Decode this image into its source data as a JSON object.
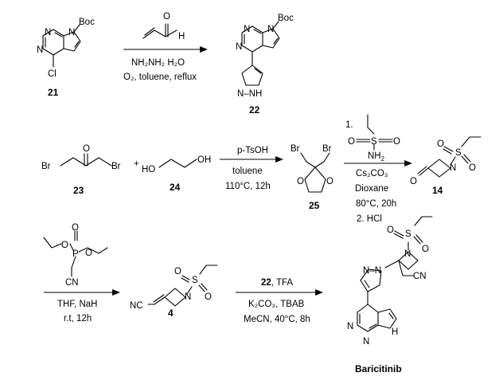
{
  "compounds": {
    "c21": "21",
    "c22": "22",
    "c23": "23",
    "c24": "24",
    "c25": "25",
    "c14": "14",
    "c4": "4",
    "final": "Baricitinib"
  },
  "atoms": {
    "boc": "Boc",
    "n": "N",
    "nh": "N–NH",
    "h": "H",
    "o": "O",
    "s": "S",
    "cl": "Cl",
    "br": "Br",
    "ho": "HO",
    "oh": "OH",
    "p": "P",
    "cn": "CN",
    "nc": "NC",
    "nh2": "NH",
    "nh_small": "N",
    "pyr_n_nh": "N–NH"
  },
  "step1": {
    "line1": "NH₂NH₂ H₂O",
    "line2": "O₂, toluene, reflux"
  },
  "step2": {
    "plus1": "+",
    "plus2": "+",
    "above": "p-TsOH",
    "below1": "toluene",
    "below2": "110°C, 12h"
  },
  "step3": {
    "n1": "1.",
    "sub1": "Cs₂CO₃",
    "sub2": "Dioxane",
    "sub3": "80°C, 20h",
    "sub4": "2. HCl"
  },
  "step4": {
    "line1": "THF, NaH",
    "line2": "r.t, 12h"
  },
  "step5": {
    "above": "22, TFA",
    "below1": "K₂CO₃, TBAB",
    "below2": "MeCN, 40°C, 8h"
  }
}
